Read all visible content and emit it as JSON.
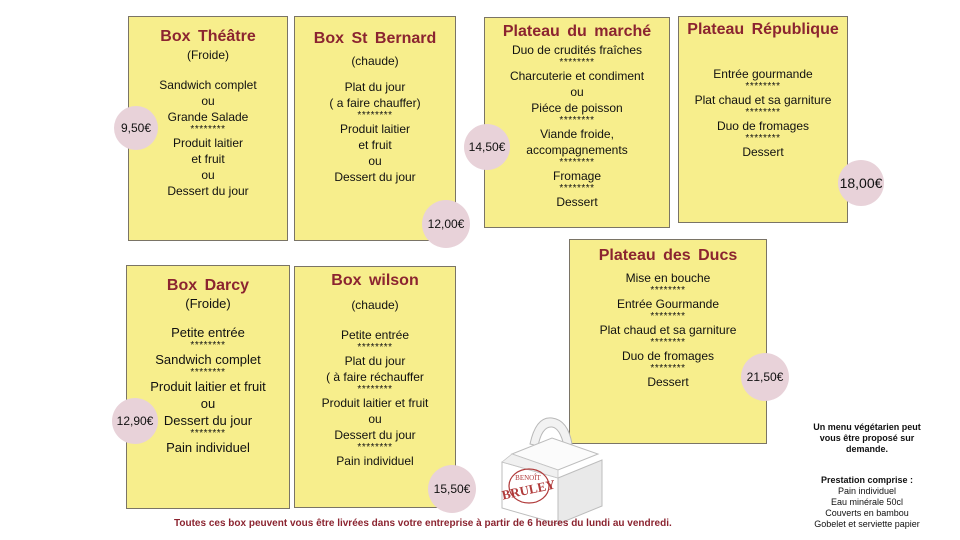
{
  "cards": {
    "theatre": {
      "title": "Box  Théâtre",
      "subtitle": "(Froide)",
      "lines": [
        "Sandwich complet",
        "ou",
        "Grande  Salade",
        "********",
        "Produit laitier",
        "et fruit",
        "ou",
        "Dessert du jour"
      ],
      "price": "9,50€"
    },
    "bernard": {
      "title": "Box  St Bernard",
      "subtitle": "(chaude)",
      "lines": [
        "Plat du jour",
        "( a faire chauffer)",
        "********",
        "Produit laitier",
        "et fruit",
        "ou",
        "Dessert du jour"
      ],
      "price": "12,00€"
    },
    "marche": {
      "title": "Plateau du marché",
      "lines": [
        "Duo de crudités fraîches",
        "********",
        "Charcuterie  et condiment",
        "ou",
        "Piéce de poisson",
        "********",
        "Viande froide,",
        "accompagnements",
        "********",
        "Fromage",
        "********",
        "Dessert"
      ],
      "price": "14,50€"
    },
    "republique": {
      "title": "Plateau République",
      "lines": [
        "Entrée gourmande",
        "********",
        "Plat chaud et sa garniture",
        "********",
        "Duo de fromages",
        "********",
        "Dessert"
      ],
      "price": "18,00€"
    },
    "darcy": {
      "title": "Box  Darcy",
      "subtitle": "(Froide)",
      "lines": [
        "Petite entrée",
        "********",
        "Sandwich complet",
        "********",
        "Produit laitier et fruit",
        "ou",
        "Dessert du jour",
        "********",
        "Pain individuel"
      ],
      "price": "12,90€"
    },
    "wilson": {
      "title": "Box  wilson",
      "subtitle": "(chaude)",
      "lines": [
        "Petite entrée",
        "********",
        "Plat du jour",
        "( à faire réchauffer",
        "********",
        "Produit laitier et fruit",
        "ou",
        "Dessert du jour",
        "********",
        "Pain individuel"
      ],
      "price": "15,50€"
    },
    "ducs": {
      "title": "Plateau  des Ducs",
      "lines": [
        "Mise en bouche",
        "********",
        "Entrée  Gourmande",
        "********",
        "Plat chaud  et sa garniture",
        "********",
        "Duo de fromages",
        "********",
        "Dessert"
      ],
      "price": "21,50€"
    }
  },
  "vegetarian_note": [
    "Un menu végétarien peut",
    "vous être proposé sur",
    "demande."
  ],
  "prestation": {
    "title": "Prestation comprise :",
    "items": [
      "Pain individuel",
      "Eau minérale 50cl",
      "Couverts en bambou",
      "Gobelet et serviette papier"
    ]
  },
  "footer": "Toutes ces box peuvent vous être livrées dans votre entreprise à partir de 6 heures du lundi  au vendredi.",
  "brand": {
    "line1": "BENOÎT",
    "line2": "BRULEY",
    "colors": {
      "card": "#f7ee8c",
      "title": "#8b2430",
      "price": "#e8d2d9"
    }
  }
}
